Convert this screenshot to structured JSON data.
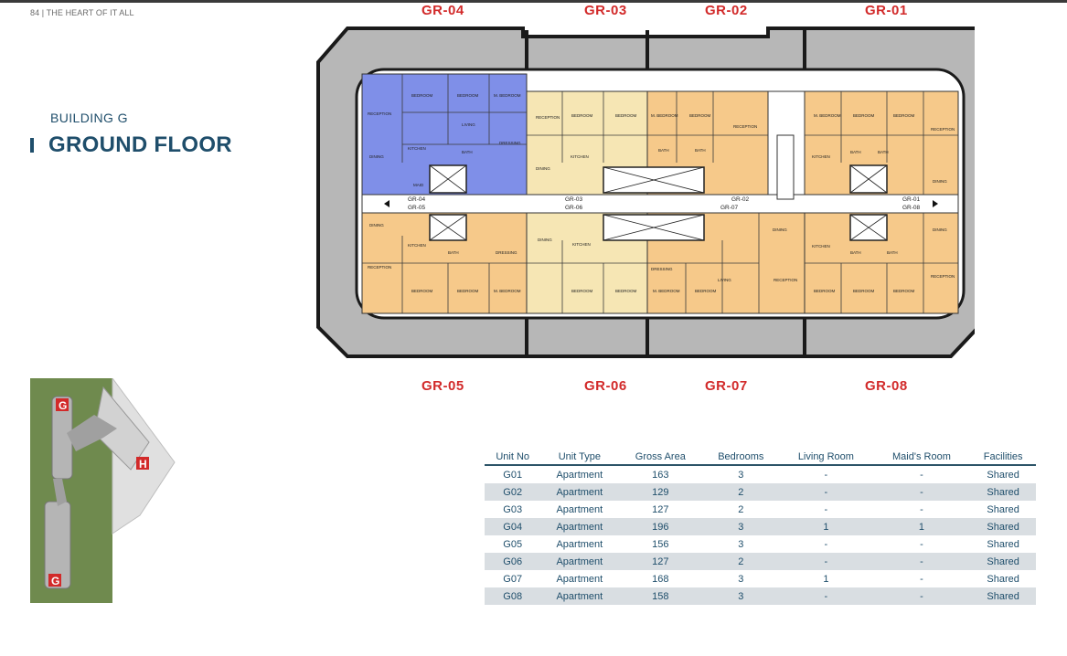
{
  "header": {
    "page_label": "84 | THE HEART OF IT ALL"
  },
  "building": {
    "subtitle": "BUILDING G",
    "title": "GROUND FLOOR"
  },
  "unit_labels": {
    "top": [
      "GR-04",
      "GR-03",
      "GR-02",
      "GR-01"
    ],
    "bottom": [
      "GR-05",
      "GR-06",
      "GR-07",
      "GR-08"
    ]
  },
  "plan": {
    "colors": {
      "unit_blue": "#7f8fe8",
      "unit_cream": "#f6e6b4",
      "unit_orange": "#f6c98a",
      "surround": "#b7b7b7",
      "outline": "#1a1a1a"
    },
    "room_labels": {
      "reception": "RECEPTION",
      "bedroom": "BEDROOM",
      "master_bedroom": "M. BEDROOM",
      "living": "LIVING",
      "kitchen": "KITCHEN",
      "bath": "BATH",
      "dining": "DINING",
      "maid": "MAID",
      "dressing": "DRESSING"
    },
    "corridor_tags": [
      "GR-04",
      "GR-05",
      "GR-03",
      "GR-06",
      "GR-02",
      "GR-07",
      "GR-01",
      "GR-08"
    ]
  },
  "siteplan": {
    "labels": [
      "G",
      "H",
      "G"
    ],
    "colors": {
      "grass": "#6f8a4e",
      "paving": "#e0e0e0",
      "building": "#b5b5b5",
      "marker": "#d22a2a"
    }
  },
  "table": {
    "columns": [
      "Unit No",
      "Unit Type",
      "Gross Area",
      "Bedrooms",
      "Living Room",
      "Maid's Room",
      "Facilities"
    ],
    "rows": [
      [
        "G01",
        "Apartment",
        "163",
        "3",
        "-",
        "-",
        "Shared"
      ],
      [
        "G02",
        "Apartment",
        "129",
        "2",
        "-",
        "-",
        "Shared"
      ],
      [
        "G03",
        "Apartment",
        "127",
        "2",
        "-",
        "-",
        "Shared"
      ],
      [
        "G04",
        "Apartment",
        "196",
        "3",
        "1",
        "1",
        "Shared"
      ],
      [
        "G05",
        "Apartment",
        "156",
        "3",
        "-",
        "-",
        "Shared"
      ],
      [
        "G06",
        "Apartment",
        "127",
        "2",
        "-",
        "-",
        "Shared"
      ],
      [
        "G07",
        "Apartment",
        "168",
        "3",
        "1",
        "-",
        "Shared"
      ],
      [
        "G08",
        "Apartment",
        "158",
        "3",
        "-",
        "-",
        "Shared"
      ]
    ]
  }
}
